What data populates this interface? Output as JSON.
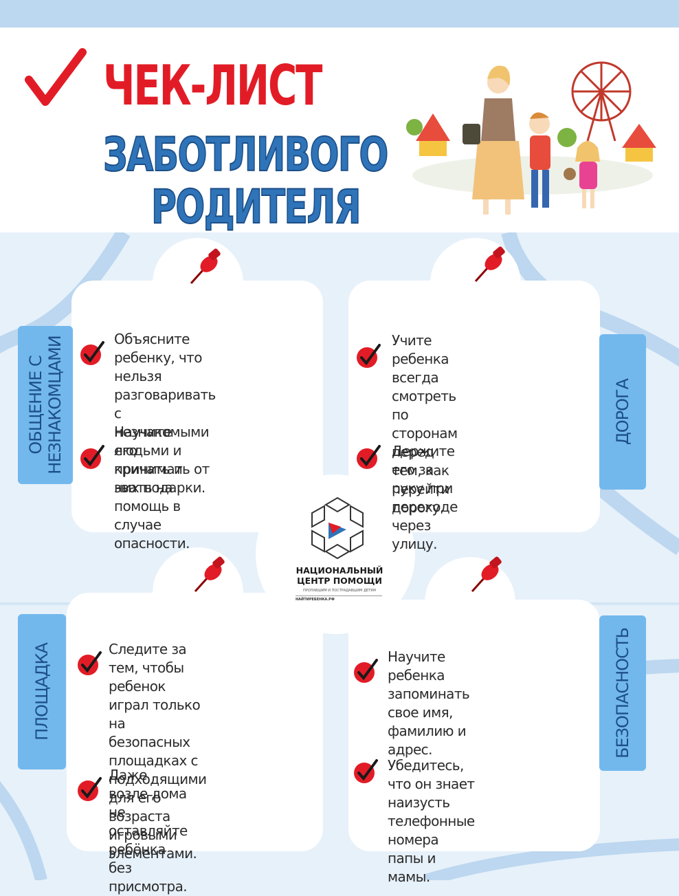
{
  "title": {
    "line1": "ЧЕК-ЛИСТ",
    "line2": "ЗАБОТЛИВОГО",
    "line3": "РОДИТЕЛЯ"
  },
  "colors": {
    "accent_red": "#e21c26",
    "title_blue": "#2f74b8",
    "tab_blue": "#72b8ec",
    "background": "#e7f1fa"
  },
  "sections": [
    {
      "tab": "ОБЩЕНИЕ С\nНЕЗНАКОМЦАМИ",
      "items": [
        "Объясните ребенку, что\nнельзя разговаривать с\nнезнакомыми людьми и\nпринимать от них подарки.",
        "Научите его кричать и\nзвать на помощь в случае\nопасности."
      ]
    },
    {
      "tab": "ДОРОГА",
      "items": [
        "Учите ребенка всегда\nсмотреть по сторонам\nперед тем, как перейти\nдорогу.",
        "Держите его за руку при\nпереходе через улицу."
      ]
    },
    {
      "tab": "ПЛОЩАДКА",
      "items": [
        "Следите за тем, чтобы\nребенок играл только на\nбезопасных площадках с\nподходящими для его\nвозраста игровыми\nэлементами.",
        "Даже возле дома не\nоставляйте ребёнка без\nприсмотра."
      ]
    },
    {
      "tab": "БЕЗОПАСНОСТЬ",
      "items": [
        "Научите ребенка\nзапоминать свое имя,\nфамилию и адрес.",
        "Убедитесь, что он знает\nнаизусть телефонные\nномера папы и мамы."
      ]
    }
  ],
  "logo": {
    "name": "НАЦИОНАЛЬНЫЙ\nЦЕНТР ПОМОЩИ",
    "subtitle": "ПРОПАВШИМ И ПОСТРАДАВШИМ ДЕТЯМ",
    "site": "НАЙТИРЕБЕНКА.РФ"
  },
  "icons": {
    "check": "check-icon",
    "pin": "pushpin-icon"
  }
}
